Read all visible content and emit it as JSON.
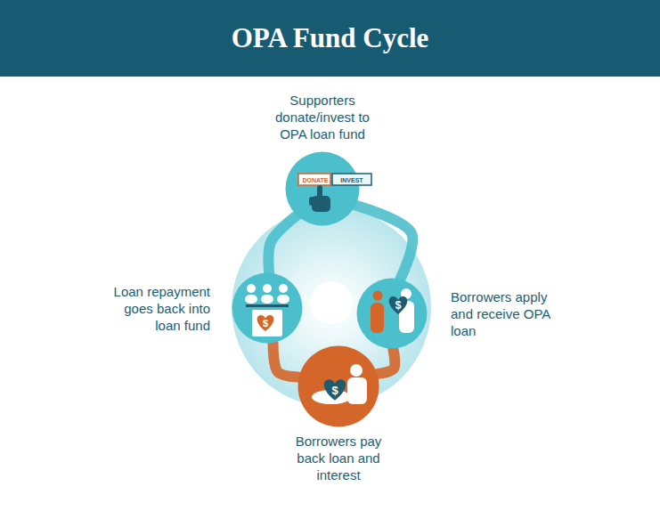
{
  "diagram": {
    "title": "OPA Fund Cycle",
    "nodes": [
      {
        "text": [
          "Supporters donate/invest to OPA loan fund"
        ]
      },
      {
        "text": [
          "Borrowers apply and receive OPA loan"
        ]
      },
      {
        "text": [
          "Borrowers pay back loan and interest"
        ]
      },
      {
        "text": [
          "Loan repayment goes back into loan fund"
        ]
      }
    ],
    "edges": [
      {
        "from": 0,
        "to": 1,
        "arrow": "none"
      },
      {
        "from": 1,
        "to": 2,
        "arrow": "none"
      },
      {
        "from": 2,
        "to": 3,
        "arrow": "none"
      },
      {
        "from": 3,
        "to": 0,
        "arrow": "none"
      }
    ],
    "labels": [
      "DONATE",
      "INVEST",
      "$",
      "$",
      "$"
    ]
  }
}
